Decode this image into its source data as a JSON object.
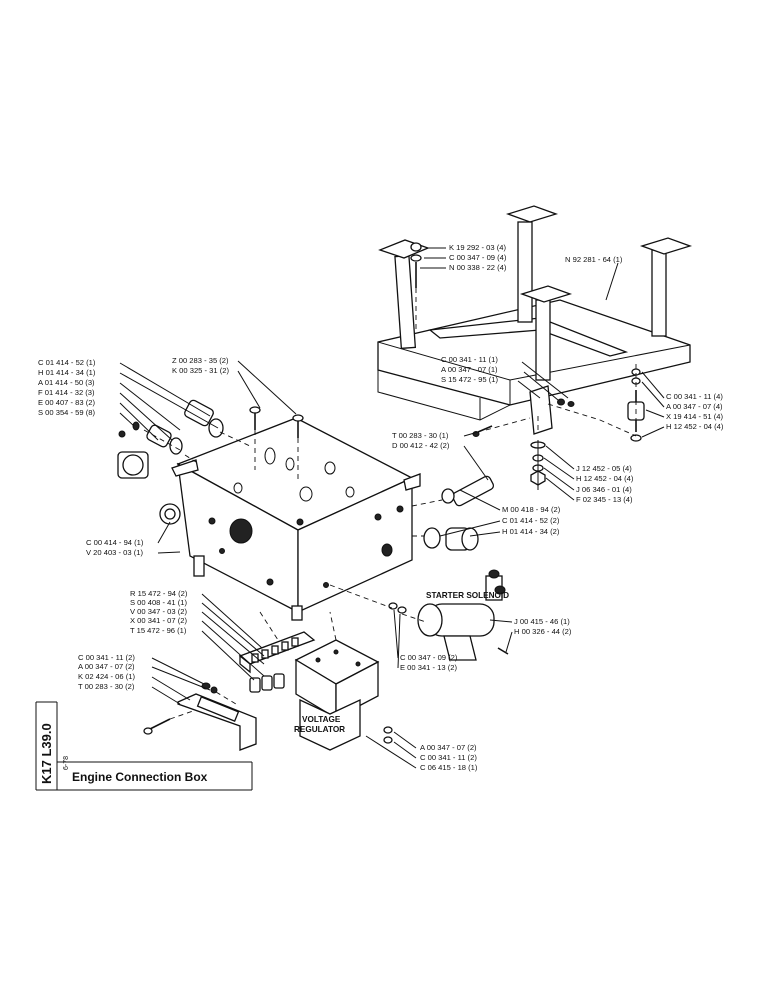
{
  "sheet": {
    "title": "Engine Connection Box",
    "code": "K17 L39.0",
    "date": "6-78"
  },
  "components": {
    "starter_solenoid": "STARTER SOLENOID",
    "voltage_regulator_line1": "VOLTAGE",
    "voltage_regulator_line2": "REGULATOR"
  },
  "callouts": {
    "bracket_top": [
      "K 19 292 - 03 (4)",
      "C 00 347 - 09 (4)",
      "N 00 338 - 22 (4)"
    ],
    "bracket_assembly": "N 92 281 - 64 (1)",
    "bracket_mid": [
      "C 00 341 - 11 (1)",
      "A 00 347 - 07 (1)",
      "S 15 472 - 95 (1)"
    ],
    "right_mount": [
      "C 00 341 - 11 (4)",
      "A 00 347 - 07 (4)",
      "X 19 414 - 51 (4)",
      "H 12 452 - 04 (4)"
    ],
    "right_lower": [
      "J 12 452 - 05 (4)",
      "H 12 452 - 04 (4)",
      "J 06 346 - 01 (4)",
      "F 02 345 - 13 (4)"
    ],
    "left_fittings": [
      "C 01 414 - 52 (1)",
      "H 01 414 - 34 (1)",
      "A 01 414 - 50 (3)",
      "F 01 414 - 32 (3)",
      "E 00 407 - 83 (2)",
      "S 00 354 - 59 (8)"
    ],
    "lid_screws": [
      "Z 00 283 - 35 (2)",
      "K 00 325 - 31 (2)"
    ],
    "box_side": [
      "T 00 283 - 30 (1)",
      "D 00 412 - 42 (2)"
    ],
    "box_left": [
      "C 00 414 - 94 (1)",
      "V 20 403 - 03 (1)"
    ],
    "box_right": [
      "M 00 418 - 94 (2)",
      "C 01 414 - 52 (2)",
      "H 01 414 - 34 (2)"
    ],
    "terminal_strip": [
      "R 15 472 - 94 (2)",
      "S 00 408 - 41 (1)",
      "V 00 347 - 03 (2)",
      "X 00 341 - 07 (2)",
      "T 15 472 - 96 (1)"
    ],
    "solenoid_parts": [
      "J 00 415 - 46 (1)",
      "H 00 326 - 44 (2)"
    ],
    "regulator_screws": [
      "C 00 347 - 09 (2)",
      "E 00 341 - 13 (2)"
    ],
    "lower_left": [
      "C 00 341 - 11 (2)",
      "A 00 347 - 07 (2)",
      "K 02 424 - 06 (1)",
      "T 00 283 - 30 (2)"
    ],
    "regulator_bottom": [
      "A 00 347 - 07 (2)",
      "C 00 341 - 11 (2)",
      "C 06 415 - 18 (1)"
    ]
  }
}
